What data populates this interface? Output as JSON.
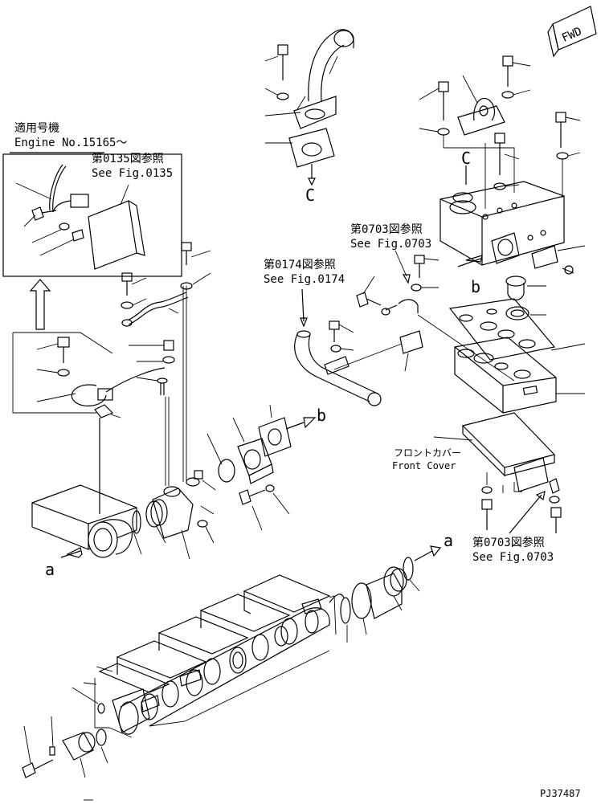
{
  "fwd_label": "FWD",
  "inset": {
    "applicable_ja": "適用号機",
    "applicable_en": "Engine No.15165～",
    "ref_ja": "第0135図参照",
    "ref_en": "See Fig.0135"
  },
  "refs": {
    "fig0174_ja": "第0174図参照",
    "fig0174_en": "See Fig.0174",
    "fig0703_top_ja": "第0703図参照",
    "fig0703_top_en": "See Fig.0703",
    "fig0703_bottom_ja": "第0703図参照",
    "fig0703_bottom_en": "See Fig.0703"
  },
  "front_cover": {
    "ja": "フロントカバー",
    "en": "Front Cover"
  },
  "markers": {
    "c_bottom": "C",
    "c_top": "C",
    "b_lower": "b",
    "b_upper": "b",
    "a_left": "a",
    "a_right": "a"
  },
  "drawing_id": "PJ37487"
}
